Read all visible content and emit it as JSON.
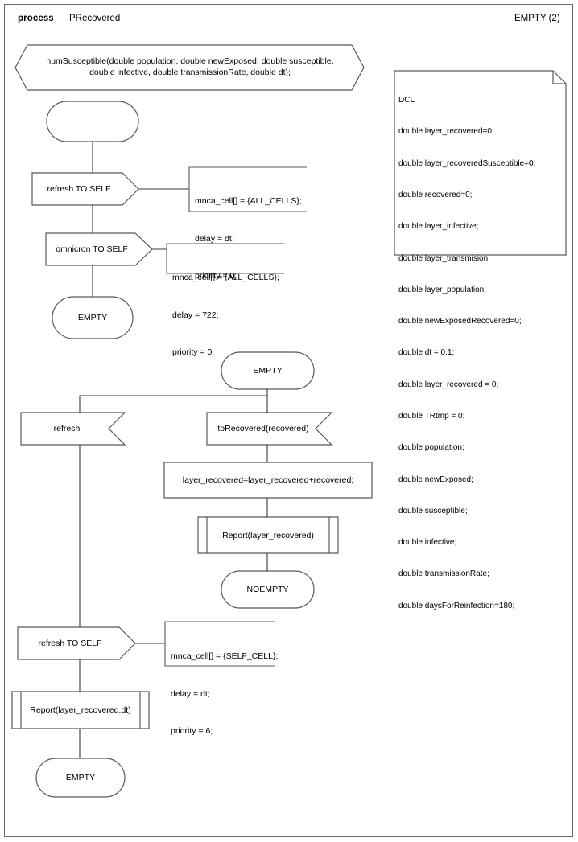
{
  "header": {
    "keyword": "process",
    "name": "PRecovered",
    "right_label": "EMPTY (2)"
  },
  "procedure_decl": {
    "line1": "numSusceptible(double population, double newExposed, double susceptible,",
    "line2": "double infective, double transmissionRate, double dt);"
  },
  "dcl": {
    "title": "DCL",
    "lines": [
      "double layer_recovered=0;",
      "double layer_recoveredSusceptible=0;",
      "double recovered=0;",
      "double layer_infective;",
      "double layer_transmision;",
      "double layer_population;",
      "double newExposedRecovered=0;",
      "double dt = 0.1;",
      "double layer_recovered = 0;",
      "double TRtmp = 0;",
      "double population;",
      "double newExposed;",
      "double susceptible;",
      "double infective;",
      "double transmissionRate;",
      "double daysForReinfection=180;"
    ]
  },
  "nodes": {
    "start_state": "",
    "output_refresh_self_1": "refresh TO SELF",
    "output_omnicron_self": "omnicron TO SELF",
    "state_empty_1": "EMPTY",
    "state_empty_2": "EMPTY",
    "input_refresh": "refresh",
    "input_to_recovered": "toRecovered(recovered)",
    "task_layer_recovered": "layer_recovered=layer_recovered+recovered;",
    "procedure_report_1": "Report(layer_recovered)",
    "state_noempty": "NOEMPTY",
    "output_refresh_self_2": "refresh TO SELF",
    "procedure_report_2": "Report(layer_recovered,dt)",
    "state_empty_3": "EMPTY"
  },
  "comments": {
    "comment_refresh_1": [
      "mnca_cell[] = {ALL_CELLS};",
      "delay = dt;",
      "priority = 0;"
    ],
    "comment_omnicron": [
      "mnca_cell[] = {ALL_CELLS};",
      "delay = 722;",
      "priority = 0;"
    ],
    "comment_refresh_2": [
      "mnca_cell[] = {SELF_CELL};",
      "delay = dt;",
      "priority = 6;"
    ]
  },
  "colors": {
    "frame_stroke": "#6b6b6b",
    "shape_stroke": "#595959",
    "thin_stroke": "#1a1a1a",
    "background": "#ffffff",
    "text": "#000000"
  }
}
